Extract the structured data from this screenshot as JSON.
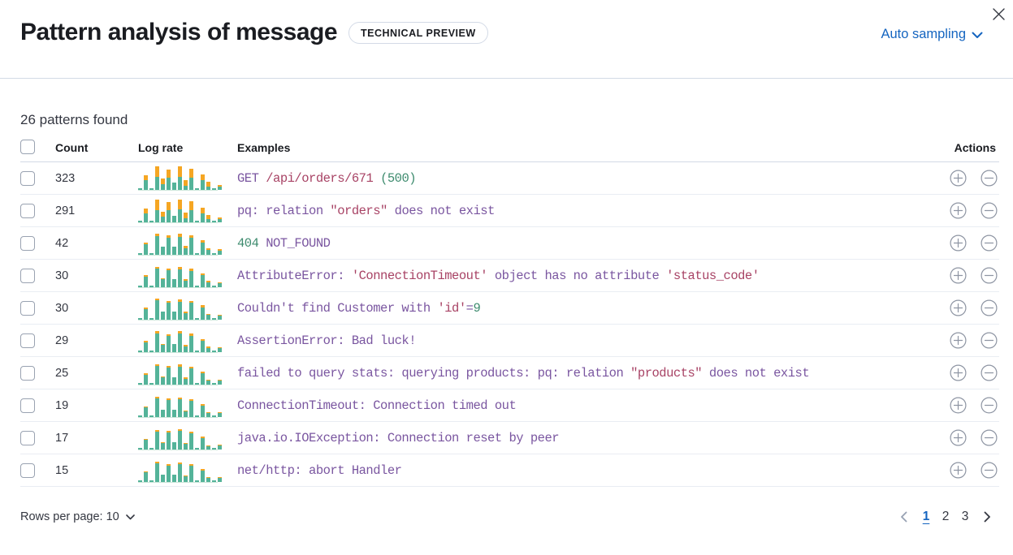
{
  "header": {
    "title": "Pattern analysis of message",
    "badge": "TECHNICAL PREVIEW",
    "sampling_label": "Auto sampling"
  },
  "summary": "26 patterns found",
  "icons": {
    "close": "close-x",
    "sampling_chevron": "chevron-down",
    "rows_per_page_chevron": "chevron-down",
    "filter_in": "plus-in-circle",
    "filter_out": "minus-in-circle",
    "prev_page": "chevron-left",
    "next_page": "chevron-right"
  },
  "colors": {
    "purple": "#7A56A0",
    "crimson": "#A84365",
    "green": "#3D8B6E",
    "bar_green": "#54B399",
    "bar_orange": "#F5A623",
    "link_blue": "#1565C0",
    "icon_gray": "#8E95A3",
    "disabled_gray": "#98A2B3"
  },
  "table": {
    "columns": {
      "count": "Count",
      "log_rate": "Log rate",
      "examples": "Examples",
      "actions": "Actions"
    },
    "rows": [
      {
        "count": "323",
        "sparkline": [
          [
            2,
            0
          ],
          [
            12,
            6
          ],
          [
            2,
            0
          ],
          [
            16,
            13
          ],
          [
            7,
            7
          ],
          [
            15,
            10
          ],
          [
            9,
            0
          ],
          [
            16,
            13
          ],
          [
            5,
            7
          ],
          [
            15,
            11
          ],
          [
            2,
            0
          ],
          [
            12,
            7
          ],
          [
            4,
            6
          ],
          [
            2,
            0
          ],
          [
            4,
            2
          ]
        ],
        "example": [
          {
            "t": "GET ",
            "c": "purple"
          },
          {
            "t": "/api/orders/671",
            "c": "crimson"
          },
          {
            "t": " ",
            "c": "purple"
          },
          {
            "t": "(500)",
            "c": "green"
          }
        ]
      },
      {
        "count": "291",
        "sparkline": [
          [
            2,
            0
          ],
          [
            11,
            6
          ],
          [
            2,
            0
          ],
          [
            15,
            13
          ],
          [
            7,
            6
          ],
          [
            15,
            10
          ],
          [
            8,
            0
          ],
          [
            16,
            12
          ],
          [
            5,
            7
          ],
          [
            15,
            11
          ],
          [
            2,
            0
          ],
          [
            11,
            7
          ],
          [
            4,
            5
          ],
          [
            2,
            0
          ],
          [
            4,
            2
          ]
        ],
        "example": [
          {
            "t": "pq: relation ",
            "c": "purple"
          },
          {
            "t": "\"orders\"",
            "c": "crimson"
          },
          {
            "t": " does not exist",
            "c": "purple"
          }
        ]
      },
      {
        "count": "42",
        "sparkline": [
          [
            2,
            0
          ],
          [
            13,
            2
          ],
          [
            2,
            0
          ],
          [
            23,
            3
          ],
          [
            10,
            0
          ],
          [
            21,
            3
          ],
          [
            10,
            0
          ],
          [
            22,
            4
          ],
          [
            8,
            3
          ],
          [
            21,
            3
          ],
          [
            2,
            0
          ],
          [
            15,
            3
          ],
          [
            6,
            2
          ],
          [
            2,
            0
          ],
          [
            5,
            2
          ]
        ],
        "example": [
          {
            "t": "404",
            "c": "green"
          },
          {
            "t": " NOT_FOUND",
            "c": "purple"
          }
        ]
      },
      {
        "count": "30",
        "sparkline": [
          [
            2,
            0
          ],
          [
            13,
            2
          ],
          [
            2,
            0
          ],
          [
            23,
            2
          ],
          [
            10,
            1
          ],
          [
            21,
            2
          ],
          [
            10,
            0
          ],
          [
            22,
            3
          ],
          [
            8,
            2
          ],
          [
            20,
            3
          ],
          [
            2,
            0
          ],
          [
            15,
            2
          ],
          [
            6,
            2
          ],
          [
            2,
            0
          ],
          [
            5,
            1
          ]
        ],
        "example": [
          {
            "t": "AttributeError: ",
            "c": "purple"
          },
          {
            "t": "'ConnectionTimeout'",
            "c": "crimson"
          },
          {
            "t": " object has no attribute ",
            "c": "purple"
          },
          {
            "t": "'status_code'",
            "c": "crimson"
          }
        ]
      },
      {
        "count": "30",
        "sparkline": [
          [
            2,
            0
          ],
          [
            13,
            2
          ],
          [
            2,
            0
          ],
          [
            24,
            2
          ],
          [
            10,
            0
          ],
          [
            21,
            2
          ],
          [
            10,
            0
          ],
          [
            22,
            3
          ],
          [
            8,
            2
          ],
          [
            21,
            2
          ],
          [
            2,
            0
          ],
          [
            15,
            3
          ],
          [
            6,
            1
          ],
          [
            2,
            0
          ],
          [
            5,
            1
          ]
        ],
        "example": [
          {
            "t": "Couldn't find Customer with ",
            "c": "purple"
          },
          {
            "t": "'id'",
            "c": "crimson"
          },
          {
            "t": "=",
            "c": "purple"
          },
          {
            "t": "9",
            "c": "green"
          }
        ]
      },
      {
        "count": "29",
        "sparkline": [
          [
            2,
            0
          ],
          [
            12,
            2
          ],
          [
            2,
            0
          ],
          [
            23,
            3
          ],
          [
            9,
            1
          ],
          [
            20,
            2
          ],
          [
            10,
            0
          ],
          [
            23,
            3
          ],
          [
            7,
            2
          ],
          [
            20,
            3
          ],
          [
            2,
            0
          ],
          [
            14,
            2
          ],
          [
            5,
            2
          ],
          [
            2,
            0
          ],
          [
            5,
            1
          ]
        ],
        "example": [
          {
            "t": "AssertionError: Bad luck!",
            "c": "purple"
          }
        ]
      },
      {
        "count": "25",
        "sparkline": [
          [
            2,
            0
          ],
          [
            12,
            2
          ],
          [
            2,
            0
          ],
          [
            23,
            2
          ],
          [
            9,
            1
          ],
          [
            21,
            2
          ],
          [
            9,
            0
          ],
          [
            22,
            3
          ],
          [
            7,
            2
          ],
          [
            20,
            2
          ],
          [
            2,
            0
          ],
          [
            14,
            2
          ],
          [
            5,
            1
          ],
          [
            2,
            0
          ],
          [
            5,
            1
          ]
        ],
        "example": [
          {
            "t": "failed to query stats: querying products: pq: relation ",
            "c": "purple"
          },
          {
            "t": "\"products\"",
            "c": "crimson"
          },
          {
            "t": " does not exist",
            "c": "purple"
          }
        ]
      },
      {
        "count": "19",
        "sparkline": [
          [
            2,
            0
          ],
          [
            12,
            1
          ],
          [
            2,
            0
          ],
          [
            23,
            2
          ],
          [
            9,
            0
          ],
          [
            21,
            2
          ],
          [
            9,
            0
          ],
          [
            22,
            2
          ],
          [
            7,
            1
          ],
          [
            20,
            2
          ],
          [
            2,
            0
          ],
          [
            14,
            2
          ],
          [
            5,
            1
          ],
          [
            2,
            0
          ],
          [
            5,
            1
          ]
        ],
        "example": [
          {
            "t": "ConnectionTimeout: Connection timed out",
            "c": "purple"
          }
        ]
      },
      {
        "count": "17",
        "sparkline": [
          [
            2,
            0
          ],
          [
            12,
            1
          ],
          [
            2,
            0
          ],
          [
            22,
            2
          ],
          [
            8,
            1
          ],
          [
            21,
            2
          ],
          [
            9,
            0
          ],
          [
            23,
            2
          ],
          [
            7,
            1
          ],
          [
            20,
            2
          ],
          [
            2,
            0
          ],
          [
            14,
            2
          ],
          [
            4,
            1
          ],
          [
            2,
            0
          ],
          [
            5,
            1
          ]
        ],
        "example": [
          {
            "t": "java.io.IOException: Connection reset by peer",
            "c": "purple"
          }
        ]
      },
      {
        "count": "15",
        "sparkline": [
          [
            2,
            0
          ],
          [
            12,
            1
          ],
          [
            2,
            0
          ],
          [
            23,
            2
          ],
          [
            9,
            0
          ],
          [
            20,
            2
          ],
          [
            9,
            0
          ],
          [
            22,
            2
          ],
          [
            7,
            1
          ],
          [
            20,
            2
          ],
          [
            2,
            0
          ],
          [
            14,
            2
          ],
          [
            5,
            1
          ],
          [
            2,
            0
          ],
          [
            5,
            1
          ]
        ],
        "example": [
          {
            "t": "net/http: abort Handler",
            "c": "purple"
          }
        ]
      }
    ]
  },
  "footer": {
    "rows_per_page_label": "Rows per page: 10",
    "pagination": {
      "pages": [
        "1",
        "2",
        "3"
      ],
      "active": "1"
    }
  }
}
